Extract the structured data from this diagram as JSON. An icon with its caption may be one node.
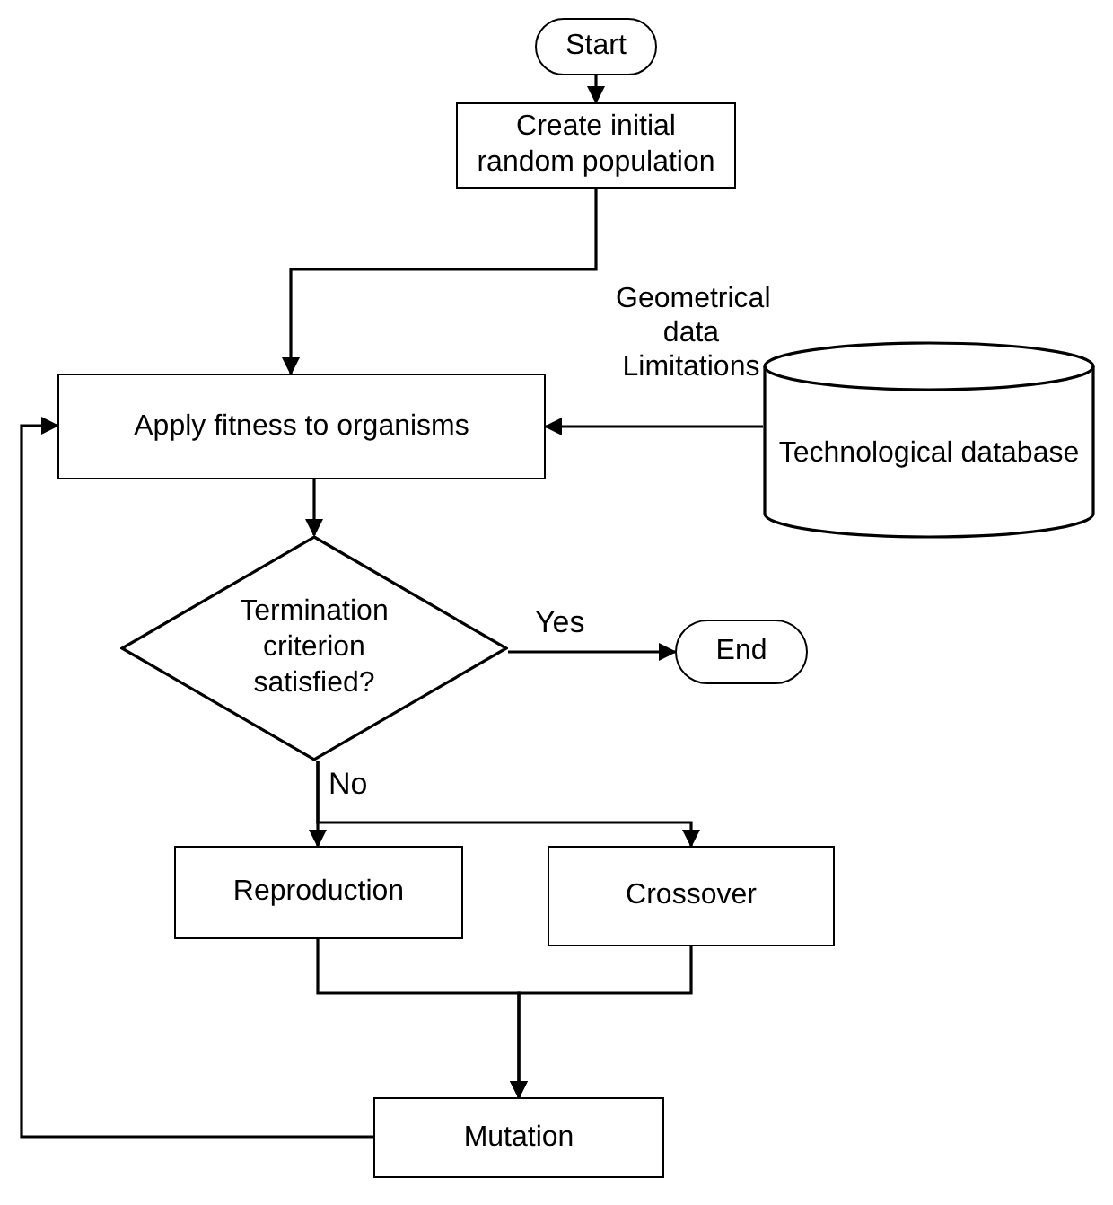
{
  "diagram": {
    "nodes": [
      {
        "text": [
          "Start"
        ]
      },
      {
        "text": [
          "Create initial random population"
        ]
      },
      {
        "text": [
          "Apply fitness to organisms"
        ]
      },
      {
        "text": [
          "Technological database"
        ],
        "beside": [
          "Geometrical data Limitations"
        ]
      },
      {
        "text": [
          "Termination criterion satisfied?"
        ]
      },
      {
        "text": [
          "End"
        ]
      },
      {
        "text": [
          "Reproduction"
        ]
      },
      {
        "text": [
          "Crossover"
        ]
      },
      {
        "text": [
          "Mutation"
        ]
      }
    ],
    "edges": [
      {
        "from": 0,
        "to": 1,
        "arrow": "to"
      },
      {
        "from": 1,
        "to": 2,
        "arrow": "to"
      },
      {
        "from": 3,
        "to": 2,
        "arrow": "to"
      },
      {
        "from": 2,
        "to": 4,
        "arrow": "to"
      },
      {
        "from": 4,
        "to": 5,
        "arrow": "to",
        "label": "Yes"
      },
      {
        "from": 4,
        "to": 6,
        "arrow": "to",
        "label": "No"
      },
      {
        "from": 4,
        "to": 7,
        "arrow": "to"
      },
      {
        "from": 6,
        "to": 8,
        "arrow": "to"
      },
      {
        "from": 7,
        "to": 8,
        "arrow": "to"
      },
      {
        "from": 8,
        "to": 2,
        "arrow": "to"
      }
    ]
  }
}
